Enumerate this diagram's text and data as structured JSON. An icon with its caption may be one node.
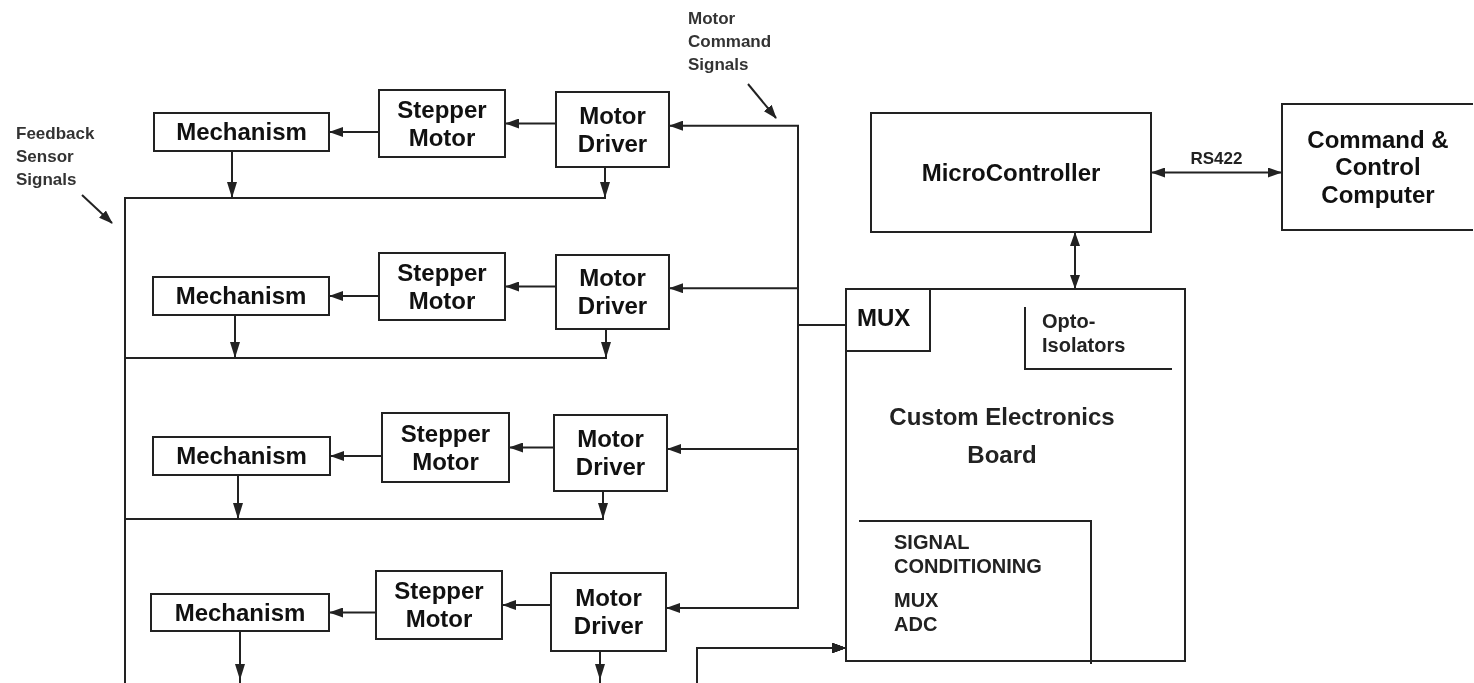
{
  "diagram": {
    "nodes": [
      {
        "text": [
          "Mechanism"
        ]
      },
      {
        "text": [
          "Stepper Motor"
        ]
      },
      {
        "text": [
          "Motor Driver"
        ]
      },
      {
        "text": [
          "Mechanism"
        ]
      },
      {
        "text": [
          "Stepper Motor"
        ]
      },
      {
        "text": [
          "Motor Driver"
        ]
      },
      {
        "text": [
          "Mechanism"
        ]
      },
      {
        "text": [
          "Stepper Motor"
        ]
      },
      {
        "text": [
          "Motor Driver"
        ]
      },
      {
        "text": [
          "Mechanism"
        ]
      },
      {
        "text": [
          "Stepper Motor"
        ]
      },
      {
        "text": [
          "Motor Driver"
        ]
      },
      {
        "text": [
          "MicroController"
        ]
      },
      {
        "text": [
          "Command & Control Computer"
        ]
      },
      {
        "text": [
          "Custom Electronics Board"
        ]
      },
      {
        "text": [
          "MUX"
        ],
        "in": 14
      },
      {
        "text": [
          "Opto-Isolators"
        ],
        "in": 14
      },
      {
        "text": [
          "SIGNAL CONDITIONING",
          "MUX ADC"
        ],
        "in": 14
      },
      {
        "text": [
          "Motor Command Signals"
        ]
      },
      {
        "text": [
          "Feedback Sensor Signals"
        ]
      }
    ],
    "edges": [
      {
        "from": 2,
        "to": 1,
        "arrow": "to"
      },
      {
        "from": 1,
        "to": 0,
        "arrow": "to"
      },
      {
        "from": 5,
        "to": 4,
        "arrow": "to"
      },
      {
        "from": 4,
        "to": 3,
        "arrow": "to"
      },
      {
        "from": 8,
        "to": 7,
        "arrow": "to"
      },
      {
        "from": 7,
        "to": 6,
        "arrow": "to"
      },
      {
        "from": 11,
        "to": 10,
        "arrow": "to"
      },
      {
        "from": 10,
        "to": 9,
        "arrow": "to"
      },
      {
        "from": 15,
        "to": 2,
        "arrow": "to"
      },
      {
        "from": 15,
        "to": 5,
        "arrow": "to"
      },
      {
        "from": 15,
        "to": 8,
        "arrow": "to"
      },
      {
        "from": 15,
        "to": 11,
        "arrow": "to"
      },
      {
        "from": 0,
        "to": 14,
        "arrow": "to"
      },
      {
        "from": 2,
        "to": 14,
        "arrow": "to"
      },
      {
        "from": 3,
        "to": 14,
        "arrow": "to"
      },
      {
        "from": 5,
        "to": 14,
        "arrow": "to"
      },
      {
        "from": 6,
        "to": 14,
        "arrow": "to"
      },
      {
        "from": 8,
        "to": 14,
        "arrow": "to"
      },
      {
        "from": 9,
        "to": 14,
        "arrow": "to"
      },
      {
        "from": 11,
        "to": 14,
        "arrow": "to"
      },
      {
        "from": 12,
        "to": 13,
        "arrow": "both",
        "label": "RS422"
      },
      {
        "from": 12,
        "to": 14,
        "arrow": "both"
      },
      {
        "from": 18,
        "to": null,
        "arrow": "to"
      },
      {
        "from": 19,
        "to": null,
        "arrow": "to"
      }
    ]
  }
}
